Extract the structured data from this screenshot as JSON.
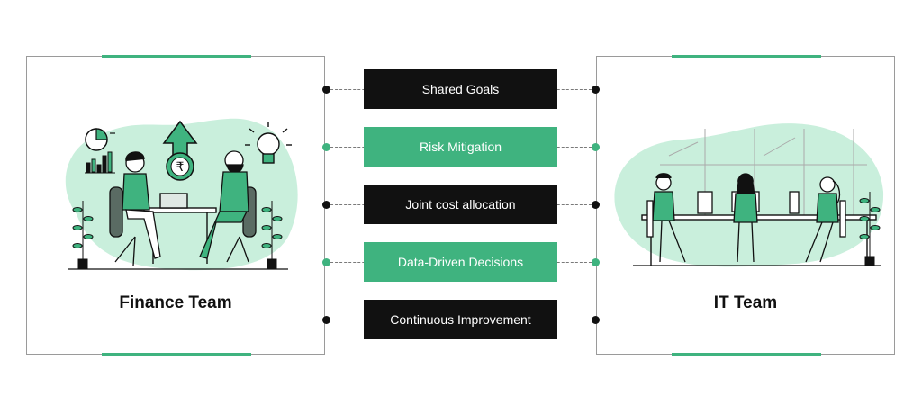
{
  "colors": {
    "accent": "#3fb37f",
    "dark": "#111111",
    "mint": "#c9efdc"
  },
  "finance": {
    "title": "Finance Team",
    "illustration": "finance-meeting-illustration"
  },
  "it": {
    "title": "IT Team",
    "illustration": "it-office-illustration"
  },
  "bridge_items": [
    {
      "label": "Shared Goals",
      "style": "dark"
    },
    {
      "label": "Risk Mitigation",
      "style": "accent"
    },
    {
      "label": "Joint cost allocation",
      "style": "dark"
    },
    {
      "label": "Data-Driven Decisions",
      "style": "accent"
    },
    {
      "label": "Continuous Improvement",
      "style": "dark"
    }
  ],
  "icons": {
    "rupee": "₹"
  }
}
